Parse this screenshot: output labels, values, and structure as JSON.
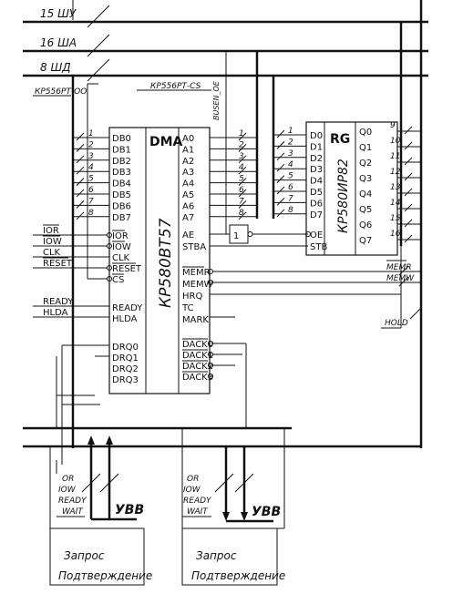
{
  "buses": {
    "control": "15 ШУ",
    "address": "16 ША",
    "data": "8 ШД"
  },
  "top_labels": {
    "rt_cs": "КР556РТ-CS",
    "busen": "BUSEN_OE",
    "rt_oo": "КР556РТ-OO"
  },
  "dma": {
    "title": "DMA",
    "chip_name": "КР580ВТ57",
    "data_pins": [
      "DB0",
      "DB1",
      "DB2",
      "DB3",
      "DB4",
      "DB5",
      "DB6",
      "DB7"
    ],
    "addr_pins": [
      "A0",
      "A1",
      "A2",
      "A3",
      "A4",
      "A5",
      "A6",
      "A7"
    ],
    "left_ctrl_pins": [
      "IOR",
      "IOW",
      "CLK",
      "RESET",
      "CS"
    ],
    "ready_pins": [
      "READY",
      "HLDA"
    ],
    "drq_pins": [
      "DRQ0",
      "DRQ1",
      "DRQ2",
      "DRQ3"
    ],
    "ae": "AE",
    "stba": "STBA",
    "mem_pins": [
      "MEMR",
      "MEMW"
    ],
    "hrq": "HRQ",
    "tc": "TC",
    "mark": "MARK",
    "dack_pins": [
      "DACK0",
      "DACK1",
      "DACK2",
      "DACK3"
    ]
  },
  "rg": {
    "title": "RG",
    "chip_name": "КР580ИР82",
    "d_pins": [
      "D0",
      "D1",
      "D2",
      "D3",
      "D4",
      "D5",
      "D6",
      "D7"
    ],
    "q_pins": [
      "Q0",
      "Q1",
      "Q2",
      "Q3",
      "Q4",
      "Q5",
      "Q6",
      "Q7"
    ],
    "oe": "OE",
    "stb": "STB"
  },
  "inverter_label": "1",
  "dma_bit_numbers": [
    "1",
    "2",
    "3",
    "4",
    "5",
    "6",
    "7",
    "8"
  ],
  "rg_out_numbers": [
    "9",
    "10",
    "11",
    "12",
    "13",
    "14",
    "15",
    "16"
  ],
  "signals_left": [
    "IOR",
    "IOW",
    "CLK",
    "RESET",
    "READY",
    "HLDA"
  ],
  "signals_right": [
    "MEMR",
    "MEMW",
    "HOLD"
  ],
  "device_signals": [
    "OR",
    "IOW",
    "READY",
    "WAIT"
  ],
  "device_bus": "УВВ",
  "request_box": {
    "line1": "Запрос",
    "line2": "Подтверждение"
  }
}
